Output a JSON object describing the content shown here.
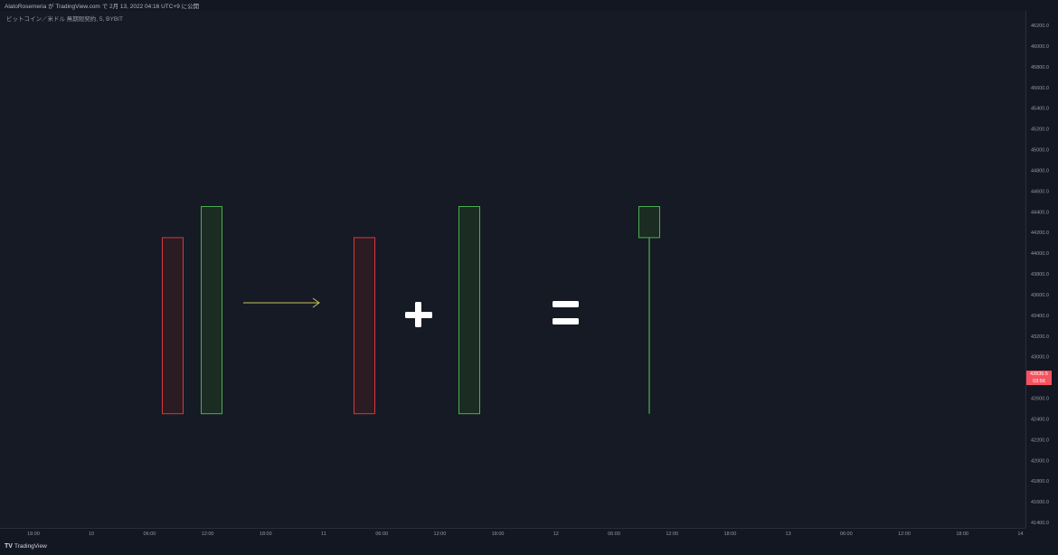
{
  "header": {
    "attribution": "AlatoRosemeria が TradingView.com で 2月 13, 2022 04:16 UTC+9 に公開",
    "symbol": "ビットコイン／米ドル 無期限契約, 5, BYBIT"
  },
  "footer": {
    "logo": "TV",
    "brand": "TradingView"
  },
  "last_price": {
    "value": "42836.5",
    "countdown": "03:56"
  },
  "colors": {
    "background": "#161a25",
    "bear_border": "#d9363e",
    "bear_fill": "#2a1c22",
    "bull_border": "#4caf50",
    "bull_fill": "#1b2c22",
    "arrow": "#c9c25a",
    "symbols": "#ffffff",
    "price_tag": "#f7525f"
  },
  "chart_data": {
    "type": "candlestick-illustration",
    "y_axis": {
      "min": 41400,
      "max": 46200,
      "step": 200,
      "ticks": [
        "46200.0",
        "46000.0",
        "45800.0",
        "45600.0",
        "45400.0",
        "45200.0",
        "45000.0",
        "44800.0",
        "44600.0",
        "44400.0",
        "44200.0",
        "44000.0",
        "43800.0",
        "43600.0",
        "43400.0",
        "43200.0",
        "43000.0",
        "42800.0",
        "42600.0",
        "42400.0",
        "42200.0",
        "42000.0",
        "41800.0",
        "41600.0",
        "41400.0"
      ]
    },
    "x_axis_ticks": [
      "18:00",
      "10",
      "06:00",
      "12:00",
      "18:00",
      "11",
      "06:00",
      "12:00",
      "18:00",
      "12",
      "06:00",
      "12:00",
      "18:00",
      "13",
      "06:00",
      "12:00",
      "18:00",
      "14"
    ],
    "candles": [
      {
        "color": "red",
        "open": 44150,
        "close": 42450
      },
      {
        "color": "green",
        "open": 42450,
        "close": 44450
      },
      {
        "color": "red",
        "open": 44150,
        "close": 42450
      },
      {
        "color": "green",
        "open": 42450,
        "close": 44450
      },
      {
        "color": "green",
        "open": 44150,
        "close": 44450,
        "high": 44450,
        "low": 42450
      }
    ],
    "operators": [
      "→",
      "+",
      "="
    ]
  }
}
